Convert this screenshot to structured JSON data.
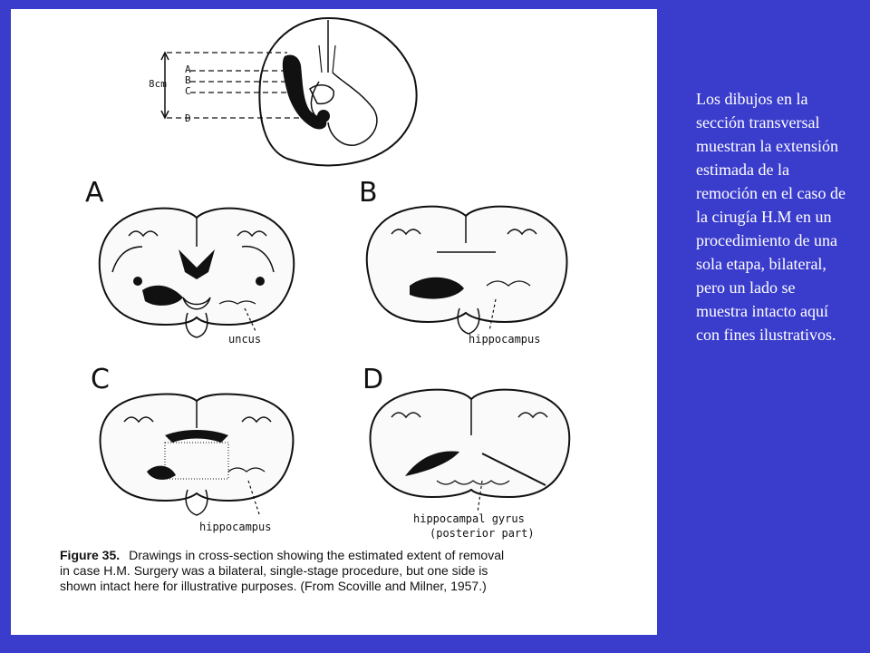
{
  "diagram": {
    "top_labels": {
      "scale": "8cm",
      "a": "A",
      "b": "B",
      "c": "C",
      "d": "D"
    },
    "panels": [
      {
        "letter": "A",
        "label": "uncus"
      },
      {
        "letter": "B",
        "label": "hippocampus"
      },
      {
        "letter": "C",
        "label": "hippocampus"
      },
      {
        "letter": "D",
        "label": "hippocampal gyrus",
        "sublabel": "(posterior part)"
      }
    ]
  },
  "caption": {
    "lead": "Figure 35.",
    "line1": "Drawings in cross-section showing the estimated extent of removal",
    "line2": "in case H.M. Surgery was a bilateral, single-stage procedure, but one side is",
    "line3": "shown intact here for illustrative purposes. (From Scoville and Milner, 1957.)"
  },
  "side_text": "Los dibujos en la sección transversal muestran la extensión estimada de la remoción en el caso de la cirugía H.M en un procedimiento de una sola etapa, bilateral, pero un lado se muestra intacto aquí con fines ilustrativos.",
  "colors": {
    "background": "#3a3ccc",
    "panel": "#ffffff",
    "ink": "#111111"
  }
}
